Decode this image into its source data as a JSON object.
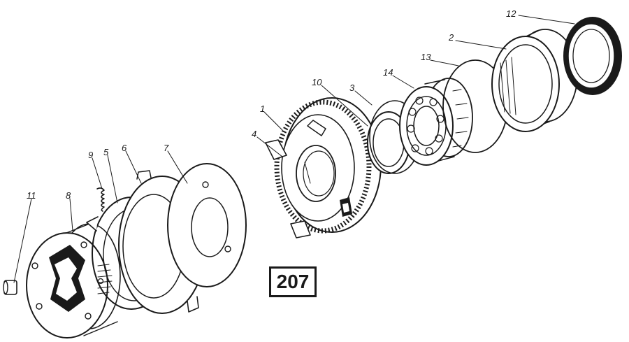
{
  "figure": {
    "number": "207"
  },
  "callouts": [
    {
      "id": "c1",
      "label": "1"
    },
    {
      "id": "c2",
      "label": "2"
    },
    {
      "id": "c3",
      "label": "3"
    },
    {
      "id": "c4",
      "label": "4"
    },
    {
      "id": "c5",
      "label": "5"
    },
    {
      "id": "c6",
      "label": "6"
    },
    {
      "id": "c7",
      "label": "7"
    },
    {
      "id": "c8",
      "label": "8"
    },
    {
      "id": "c9",
      "label": "9"
    },
    {
      "id": "c10",
      "label": "10"
    },
    {
      "id": "c11",
      "label": "11"
    },
    {
      "id": "c12",
      "label": "12"
    },
    {
      "id": "c13",
      "label": "13"
    },
    {
      "id": "c14",
      "label": "14"
    }
  ],
  "colors": {
    "ink": "#1a1a1a",
    "paper": "#ffffff"
  }
}
